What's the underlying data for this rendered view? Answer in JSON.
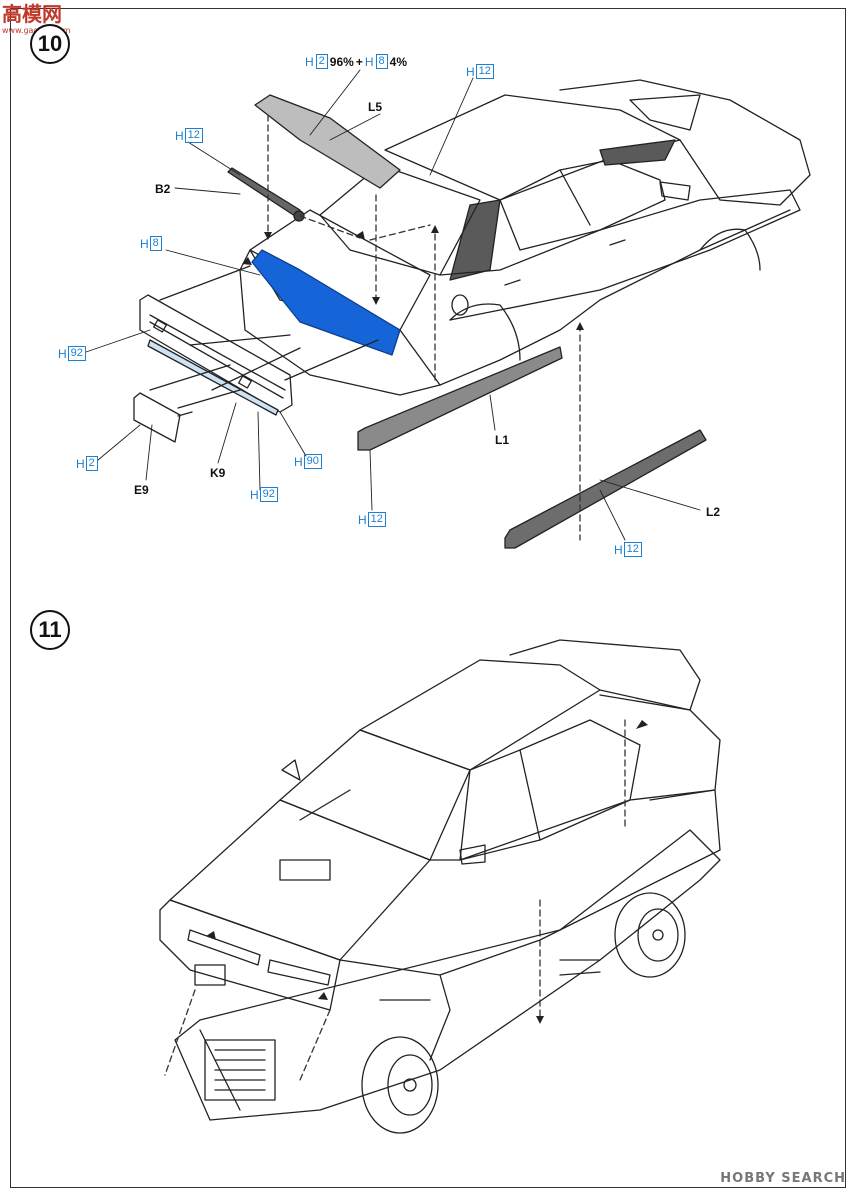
{
  "watermark": {
    "title": "高模网",
    "subtitle": "www.gaomo.com"
  },
  "steps": {
    "step10": "10",
    "step11": "11"
  },
  "mix_label": {
    "a_code": "2",
    "a_pct": "96%",
    "plus": "+",
    "b_code": "8",
    "b_pct": "4%"
  },
  "parts": {
    "L5": "L5",
    "B2": "B2",
    "L1": "L1",
    "L2": "L2",
    "K9": "K9",
    "E9": "E9"
  },
  "colors": {
    "H12_a": "12",
    "H12_b": "12",
    "H8": "8",
    "H92_a": "92",
    "H92_b": "92",
    "H2": "2",
    "H90": "90",
    "H12_c": "12",
    "H12_d": "12",
    "prefix": "H"
  },
  "footer": "HOBBY SEARCH",
  "palette": {
    "accent": "#1e7fd0",
    "highlight": "#1565d8",
    "part_grey": "#6d6d6d"
  }
}
